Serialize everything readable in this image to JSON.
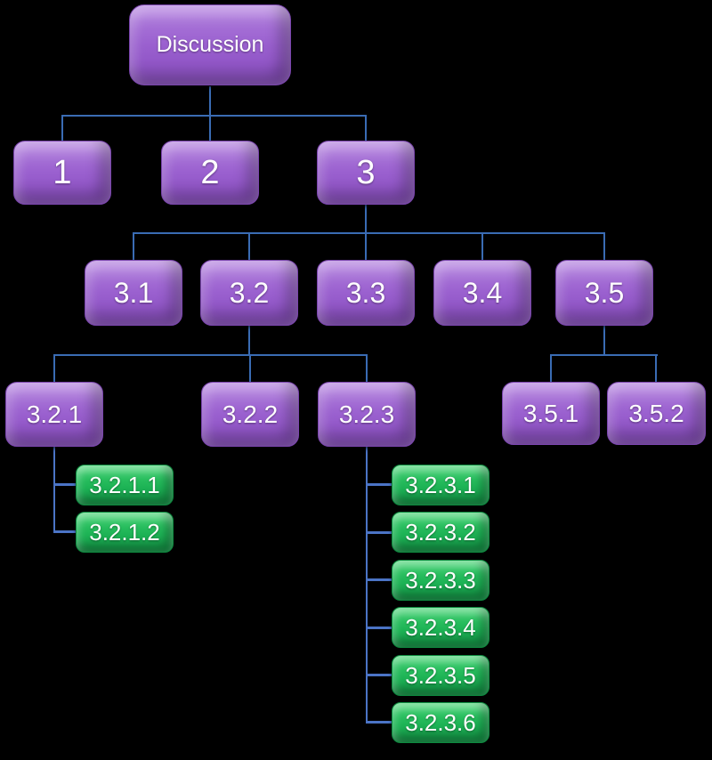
{
  "diagram": {
    "type": "org-chart-tree",
    "background": "black",
    "tree": {
      "label": "Discussion",
      "children": [
        {
          "label": "1"
        },
        {
          "label": "2"
        },
        {
          "label": "3",
          "children": [
            {
              "label": "3.1"
            },
            {
              "label": "3.2",
              "children": [
                {
                  "label": "3.2.1",
                  "children": [
                    {
                      "label": "3.2.1.1"
                    },
                    {
                      "label": "3.2.1.2"
                    }
                  ]
                },
                {
                  "label": "3.2.2"
                },
                {
                  "label": "3.2.3",
                  "children": [
                    {
                      "label": "3.2.3.1"
                    },
                    {
                      "label": "3.2.3.2"
                    },
                    {
                      "label": "3.2.3.3"
                    },
                    {
                      "label": "3.2.3.4"
                    },
                    {
                      "label": "3.2.3.5"
                    },
                    {
                      "label": "3.2.3.6"
                    }
                  ]
                }
              ]
            },
            {
              "label": "3.3"
            },
            {
              "label": "3.4"
            },
            {
              "label": "3.5",
              "children": [
                {
                  "label": "3.5.1"
                },
                {
                  "label": "3.5.2"
                }
              ]
            }
          ]
        }
      ]
    }
  },
  "colors": {
    "background": "#000000",
    "node_purple": "#9a60cf",
    "node_purple_light": "#c094e6",
    "node_purple_dark": "#8f54c5",
    "node_green": "#1db355",
    "node_green_light": "#5cda83",
    "node_green_dark": "#149c49",
    "connector": "#3a6cb4",
    "connector_hang": "#4b74c6",
    "text": "#ffffff"
  }
}
